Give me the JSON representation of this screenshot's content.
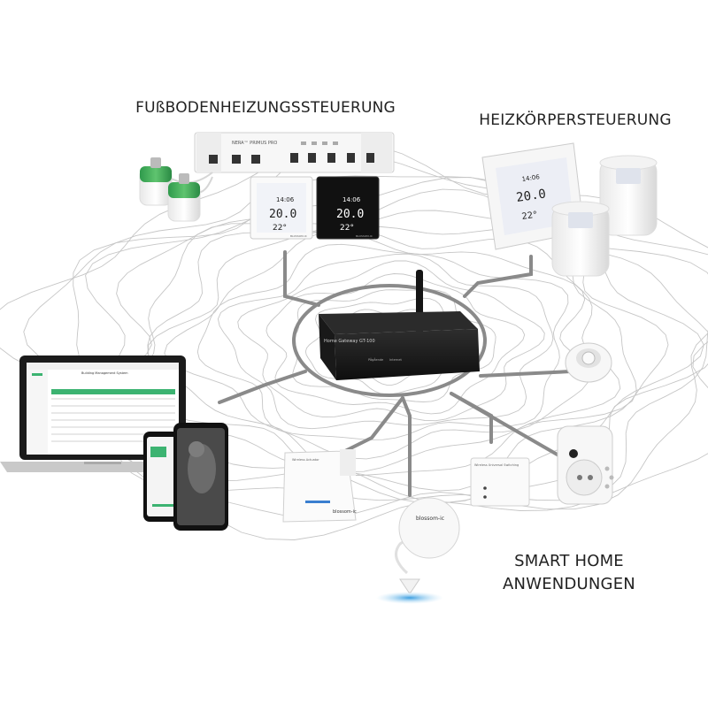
{
  "labels": {
    "floor_heating": "FUßBODENHEIZUNGSSTEUERUNG",
    "radiator": "HEIZKÖRPERSTEUERUNG",
    "smart_home_line1": "SMART HOME",
    "smart_home_line2": "ANWENDUNGEN"
  },
  "gateway": {
    "name": "Home Gateway GT-100",
    "indicator_left": "Pågående",
    "indicator_right": "Internet"
  },
  "floor_controller": {
    "brand": "NERA™ PRIMUS PRO"
  },
  "thermostats": {
    "time": "14:06",
    "set_temp": "20.0",
    "room_temp": "22°",
    "brand": "BLOSSOM-IC"
  },
  "laptop": {
    "title": "Building Management System"
  },
  "devices": {
    "white_box": "Wireless Actuator",
    "white_box_brand": "blossom-ic",
    "relay_box": "Wireless Universal Switching",
    "leak_sensor_brand": "blossom-ic"
  },
  "colors": {
    "accent_green": "#3cb371",
    "line_gray": "#8a8a8a",
    "contour_gray": "#c4c4c4",
    "gateway_black": "#1a1a1a",
    "water_blue": "#4aa8e0"
  }
}
